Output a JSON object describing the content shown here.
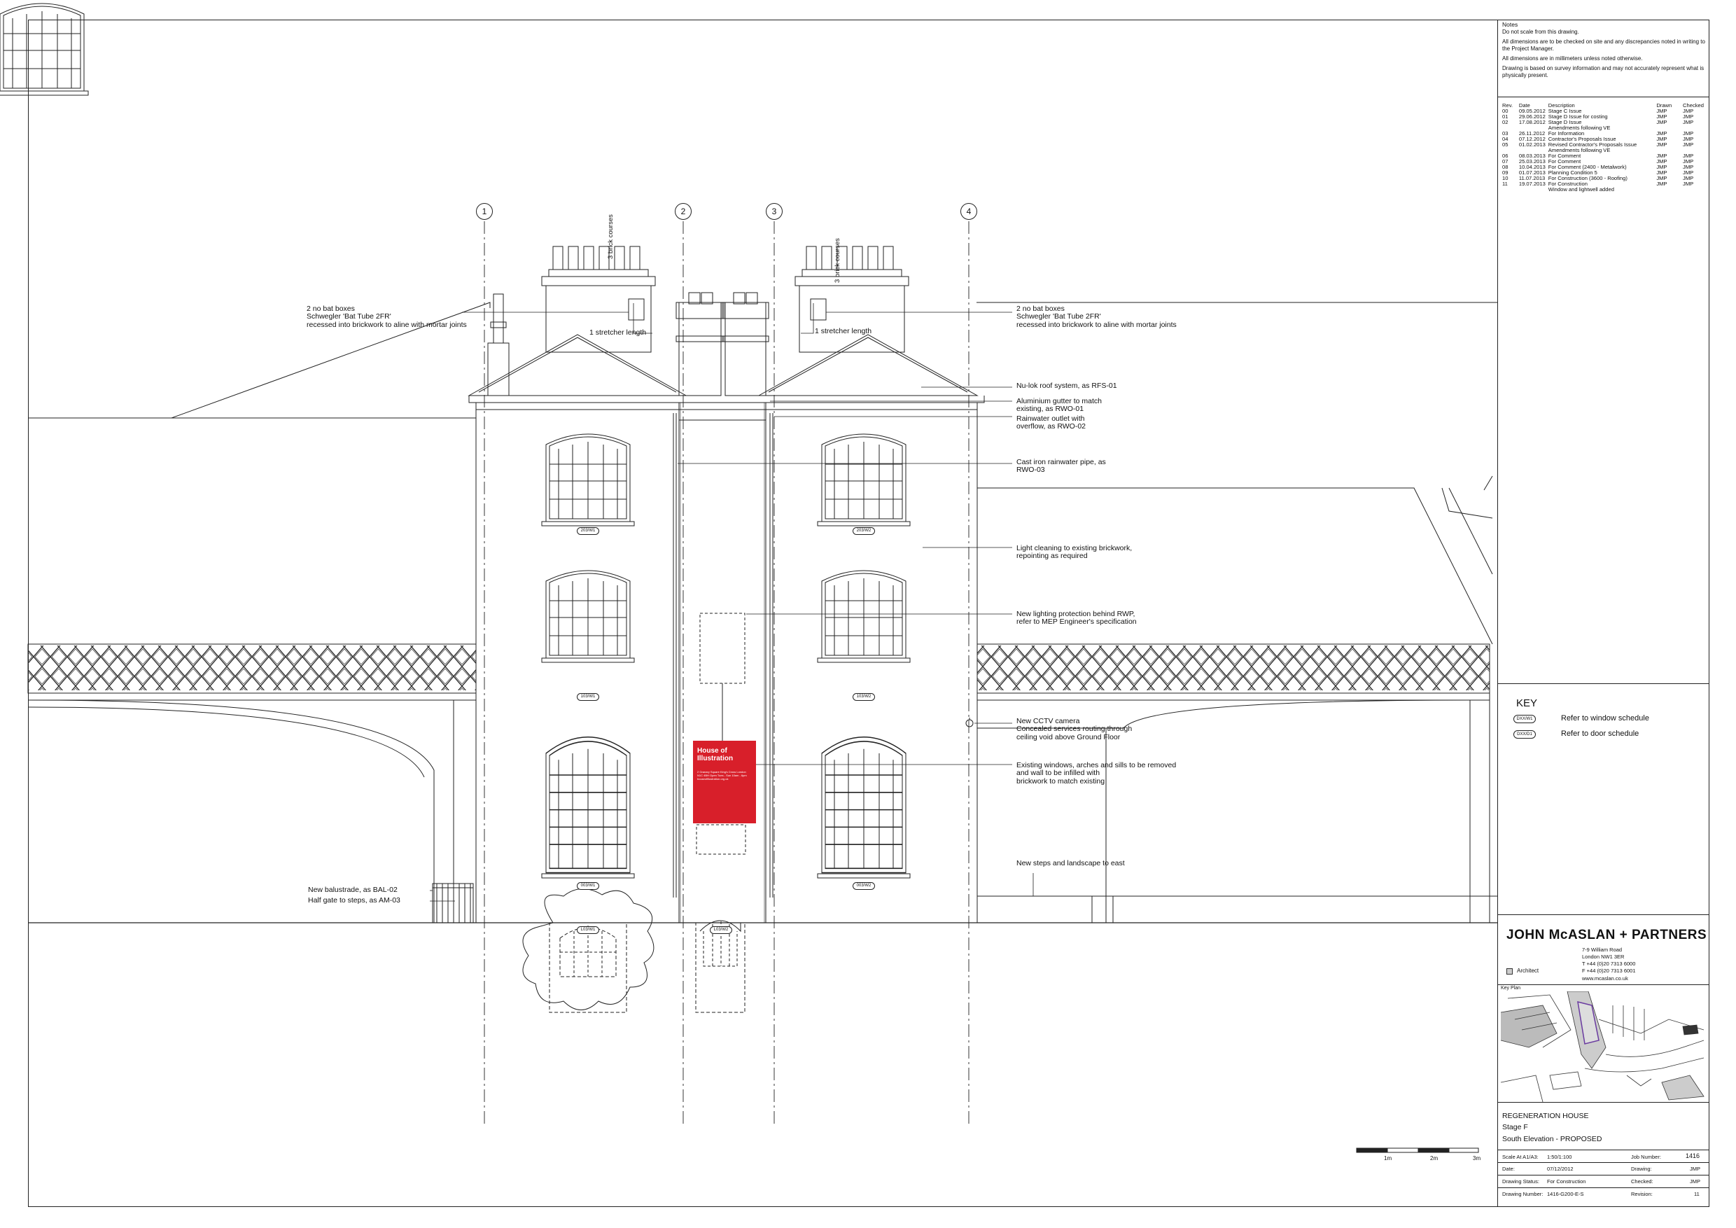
{
  "notes": {
    "title": "Notes",
    "lines": [
      "Do not scale from this drawing.",
      "All dimensions are to be checked on site and any discrepancies noted in writing to the Project Manager.",
      "All dimensions are in millimeters unless noted otherwise.",
      "Drawing is based on survey information and may not accurately represent what is physically present."
    ]
  },
  "revisions": {
    "headers": [
      "Rev.",
      "Date",
      "Description",
      "Drawn",
      "Checked"
    ],
    "rows": [
      [
        "00",
        "09.05.2012",
        "Stage C Issue",
        "JMP",
        "JMP"
      ],
      [
        "01",
        "29.06.2012",
        "Stage D Issue for costing",
        "JMP",
        "JMP"
      ],
      [
        "02",
        "17.08.2012",
        "Stage D Issue\nAmendments following VE",
        "JMP",
        "JMP"
      ],
      [
        "03",
        "26.11.2012",
        "For Information",
        "JMP",
        "JMP"
      ],
      [
        "04",
        "07.12.2012",
        "Contractor's Proposals Issue",
        "JMP",
        "JMP"
      ],
      [
        "05",
        "01.02.2013",
        "Revised Contractor's Proposals Issue\nAmendments following VE",
        "JMP",
        "JMP"
      ],
      [
        "06",
        "08.03.2013",
        "For Comment",
        "JMP",
        "JMP"
      ],
      [
        "07",
        "25.03.2013",
        "For Comment",
        "JMP",
        "JMP"
      ],
      [
        "08",
        "10.04.2013",
        "For Comment (2400 - Metalwork)",
        "JMP",
        "JMP"
      ],
      [
        "09",
        "01.07.2013",
        "Planning Condition 5",
        "JMP",
        "JMP"
      ],
      [
        "10",
        "11.07.2013",
        "For Construction (3600 - Roofing)",
        "JMP",
        "JMP"
      ],
      [
        "11",
        "19.07.2013",
        "For Construction\nWindow and lightwell added",
        "JMP",
        "JMP"
      ]
    ]
  },
  "key": {
    "title": "KEY",
    "items": [
      {
        "tag": "DXX/W1",
        "label": "Refer to window schedule"
      },
      {
        "tag": "DXX/D1",
        "label": "Refer to door schedule"
      }
    ]
  },
  "brand": {
    "name": "JOHN McASLAN + PARTNERS",
    "address": [
      "7-9 William Road",
      "London NW1 3ER",
      "T +44 (0)20 7313 6000",
      "F +44 (0)20 7313 6001",
      "www.mcaslan.co.uk"
    ],
    "role": "Architect"
  },
  "keyplan": {
    "label": "Key Plan"
  },
  "project": {
    "name": "REGENERATION HOUSE",
    "stage": "Stage F",
    "title": "South Elevation - PROPOSED"
  },
  "info": {
    "scale_label": "Scale At A1/A3:",
    "scale": "1:50/1:100",
    "job_label": "Job Number:",
    "job": "1416",
    "date_label": "Date:",
    "date": "07/12/2012",
    "drawing_label": "Drawing:",
    "drawing": "JMP",
    "status_label": "Drawing Status:",
    "status": "For Construction",
    "checked_label": "Checked:",
    "checked": "JMP",
    "number_label": "Drawing Number:",
    "number": "1416-G200-E-S",
    "revision_label": "Revision:",
    "revision": "11"
  },
  "grid": [
    "1",
    "2",
    "3",
    "4"
  ],
  "scale_bar": [
    "1m",
    "2m",
    "3m"
  ],
  "annotations": {
    "bat_left": "2 no bat boxes\nSchwegler 'Bat Tube 2FR'\nrecessed into brickwork to aline with mortar joints",
    "bat_right": "2 no bat boxes\nSchwegler 'Bat Tube 2FR'\nrecessed into brickwork to aline with mortar joints",
    "stretcher_left": "1 stretcher length",
    "stretcher_right": "1 stretcher length",
    "brick_left": "3 brick courses",
    "brick_right": "3 brick courses",
    "roof": "Nu-lok roof system, as RFS-01",
    "gutter": "Aluminium gutter to match\nexisting, as RWO-01",
    "outlet": "Rainwater outlet with\noverflow, as RWO-02",
    "pipe": "Cast iron rainwater pipe, as\nRWO-03",
    "cleaning": "Light cleaning to existing brickwork,\nrepointing as required",
    "lighting": "New lighting protection behind RWP,\nrefer to MEP Engineer's specification",
    "cctv": "New CCTV camera\nConcealed services routing through\nceiling void above Ground Floor",
    "existing": "Existing windows, arches and sills to be removed\nand wall to be infilled with\nbrickwork to match existing",
    "steps": "New steps and landscape to east",
    "balustrade": "New balustrade, as BAL-02",
    "gate": "Half gate to steps, as AM-03"
  },
  "window_tags": {
    "w203_1": "203/W1",
    "w203_2": "203/W2",
    "w103_1": "103/W1",
    "w103_2": "103/W2",
    "w003_1": "003/W1",
    "w003_2": "003/W2",
    "wL03_1": "L03/W1",
    "wL03_2": "L03/W2"
  },
  "sign": {
    "title": "House of Illustration",
    "text": "2 Granary Square King's Cross London N1C 4BH   Open Tues - Sun 10am - 6pm   houseofillustration.org.uk"
  }
}
